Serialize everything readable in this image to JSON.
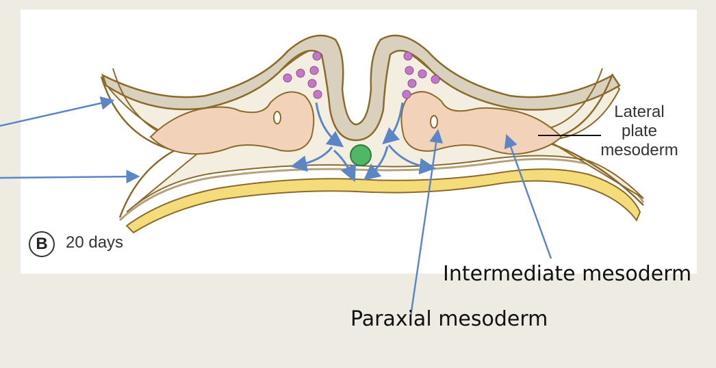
{
  "figure": {
    "stage_letter": "B",
    "stage_text": "20 days",
    "lateral_label_lines": [
      "Lateral",
      "plate",
      "mesoderm"
    ]
  },
  "labels": {
    "intermediate": "Intermediate mesoderm",
    "paraxial": "Paraxial mesoderm"
  },
  "colors": {
    "background": "#eeebe2",
    "ectoderm": "#d9d0bd",
    "mesoderm": "#f2d2b8",
    "endoderm": "#f5dc7a",
    "neural_crest": "#c279c8",
    "notochord": "#4fb866",
    "arrow": "#5b86c6"
  }
}
